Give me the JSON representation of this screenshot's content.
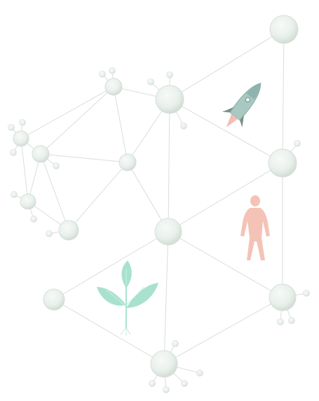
{
  "diagram": {
    "type": "network-illustration",
    "colors": {
      "background": "#ffffff",
      "edge": "#d9dedb",
      "node_fill": "#edf2ee",
      "node_shadow": "#cdd9d1",
      "rocket": "#a8c8c2",
      "rocket_fin": "#7d8f8a",
      "rocket_flame": "#f0b8ae",
      "figure": "#f3b9aa",
      "plant": "#a8e2cf"
    },
    "icons": [
      "rocket-icon",
      "human-figure-icon",
      "plant-sprout-icon"
    ],
    "node_count": 14,
    "edge_count": 24
  }
}
